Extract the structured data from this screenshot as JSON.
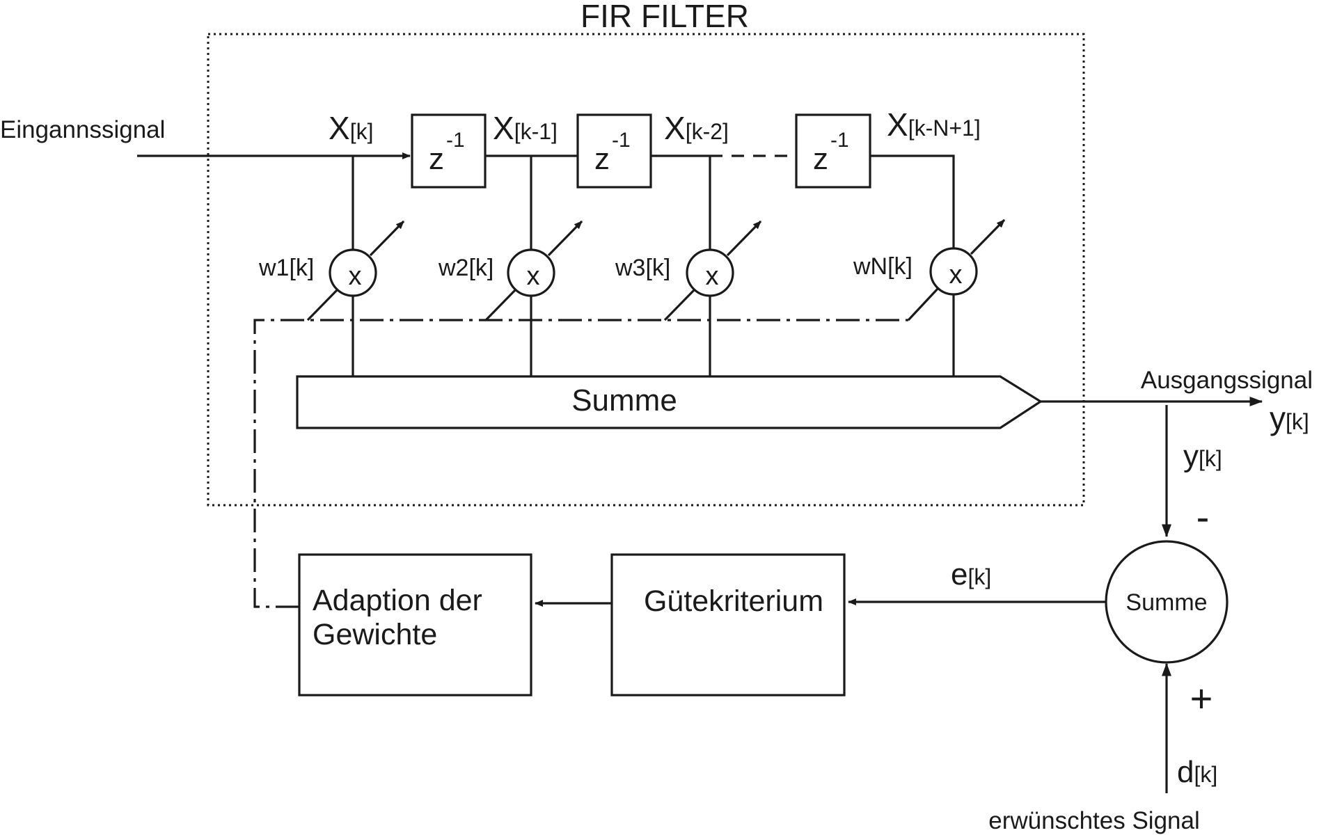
{
  "title": "FIR FILTER",
  "input_label": "Eingannssignal",
  "taps": [
    {
      "signal": "X",
      "index": "[k]",
      "weight": "w1[k]",
      "mult": "x"
    },
    {
      "signal": "X",
      "index": "[k-1]",
      "weight": "w2[k]",
      "mult": "x"
    },
    {
      "signal": "X",
      "index": "[k-2]",
      "weight": "w3[k]",
      "mult": "x"
    },
    {
      "signal": "X",
      "index": "[k-N+1]",
      "weight": "wN[k]",
      "mult": "x"
    }
  ],
  "delay": {
    "base": "z",
    "exp": "-1"
  },
  "sum_block": "Summe",
  "output_label": "Ausgangssignal",
  "output_signal": {
    "name": "y",
    "index": "[k]"
  },
  "feedback_signal": {
    "name": "y",
    "index": "[k]"
  },
  "minus_sign": "-",
  "plus_sign": "+",
  "sum_node": "Summe",
  "error_signal": {
    "name": "e",
    "index": "[k]"
  },
  "quality_block": "Gütekriterium",
  "adaption_block": {
    "line1": "Adaption der",
    "line2": "Gewichte"
  },
  "desired_signal": {
    "name": "d",
    "index": "[k]"
  },
  "desired_label": "erwünschtes Signal",
  "colors": {
    "stroke": "#1a1a1a",
    "background": "#ffffff"
  }
}
